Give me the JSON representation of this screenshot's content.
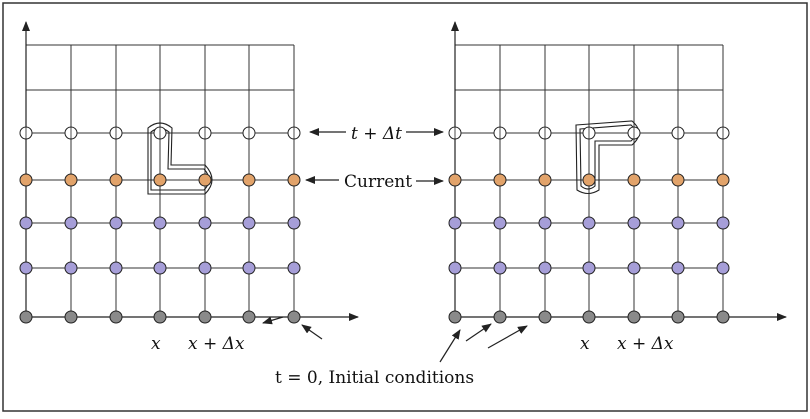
{
  "labels": {
    "t_plus_dt": "t + Δt",
    "current": "Current",
    "x_left": "x",
    "x_plus_dx_left": "x + Δx",
    "x_right": "x",
    "x_plus_dx_right": "x + Δx",
    "initial_t0": "t = 0",
    "initial_rest": ", Initial conditions"
  },
  "colors": {
    "current_row": "#e2a36a",
    "known_row": "#a69ed8",
    "initial_row": "#8a8a8a",
    "future_row": "#ffffff",
    "grid_line": "#333333",
    "border": "#333333"
  }
}
